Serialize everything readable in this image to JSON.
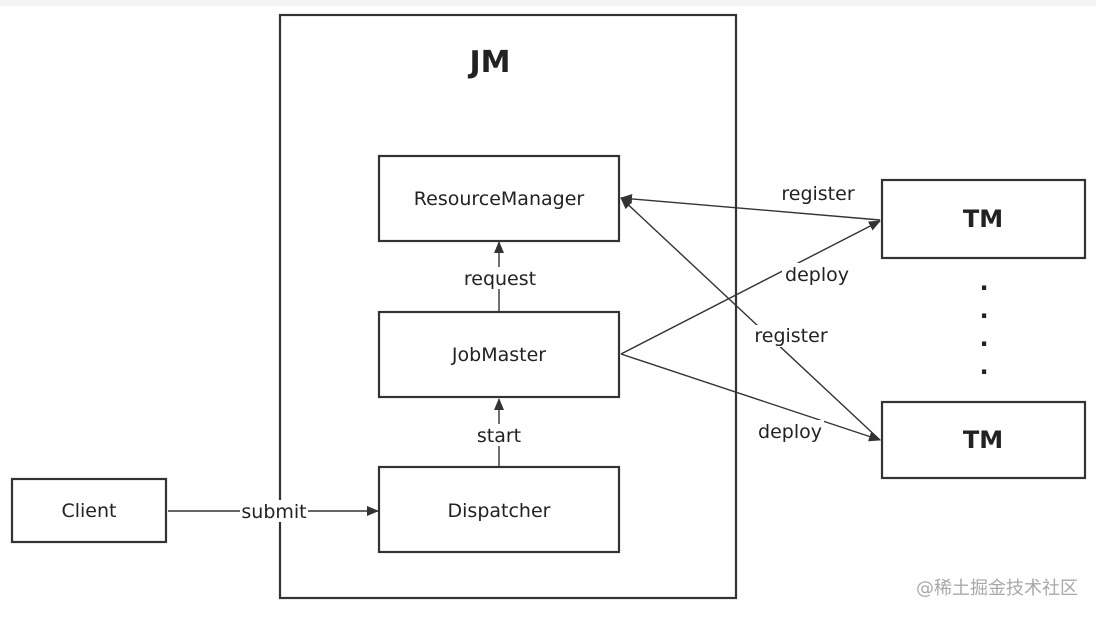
{
  "container": {
    "title": "JM"
  },
  "nodes": {
    "resource_manager": "ResourceManager",
    "job_master": "JobMaster",
    "dispatcher": "Dispatcher",
    "client": "Client",
    "tm_top": "TM",
    "tm_bottom": "TM"
  },
  "edges": {
    "submit": "submit",
    "start": "start",
    "request": "request",
    "register_top": "register",
    "deploy_top": "deploy",
    "register_bottom": "register",
    "deploy_bottom": "deploy"
  },
  "ellipsis": ".",
  "watermark": "@稀土掘金技术社区"
}
